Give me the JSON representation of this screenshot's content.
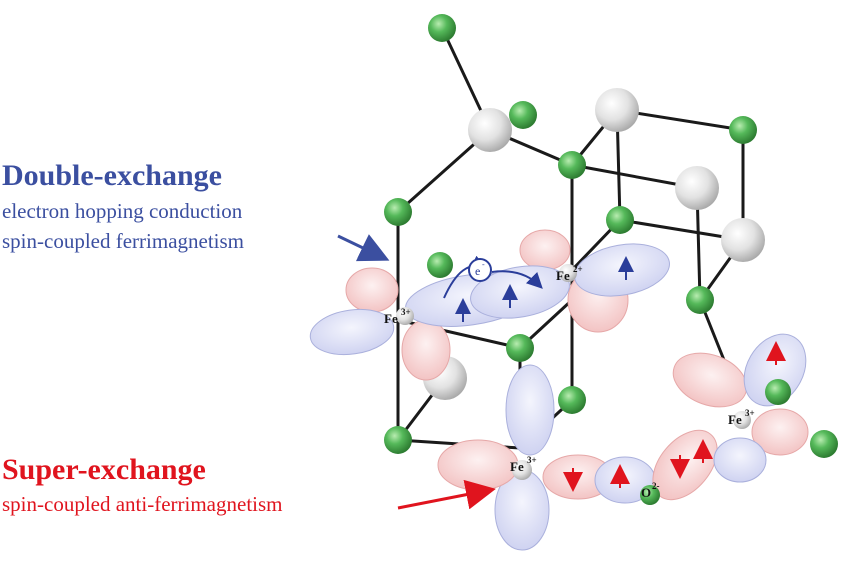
{
  "double_exchange": {
    "title": "Double-exchange",
    "line1": "electron hopping conduction",
    "line2": "spin-coupled ferrimagnetism",
    "color": "#3b4fa0"
  },
  "super_exchange": {
    "title": "Super-exchange",
    "line1": "spin-coupled anti-ferrimagnetism",
    "color": "#e0141e"
  },
  "ions": {
    "fe3_left": "Fe",
    "fe3_left_charge": "3+",
    "fe2": "Fe",
    "fe2_charge": "2+",
    "fe3_bottom": "Fe",
    "fe3_bottom_charge": "3+",
    "fe3_right": "Fe",
    "fe3_right_charge": "3+",
    "oxygen": "O",
    "oxygen_charge": "2-",
    "electron": "e",
    "electron_charge": "-"
  },
  "colors": {
    "green_atom": "#4caf50",
    "grey_atom": "#e6e6e6",
    "blue_orbital": "#d5d8f2",
    "red_orbital": "#f7d3d3",
    "spin_blue": "#2a3d9a",
    "spin_red": "#e0141e"
  }
}
